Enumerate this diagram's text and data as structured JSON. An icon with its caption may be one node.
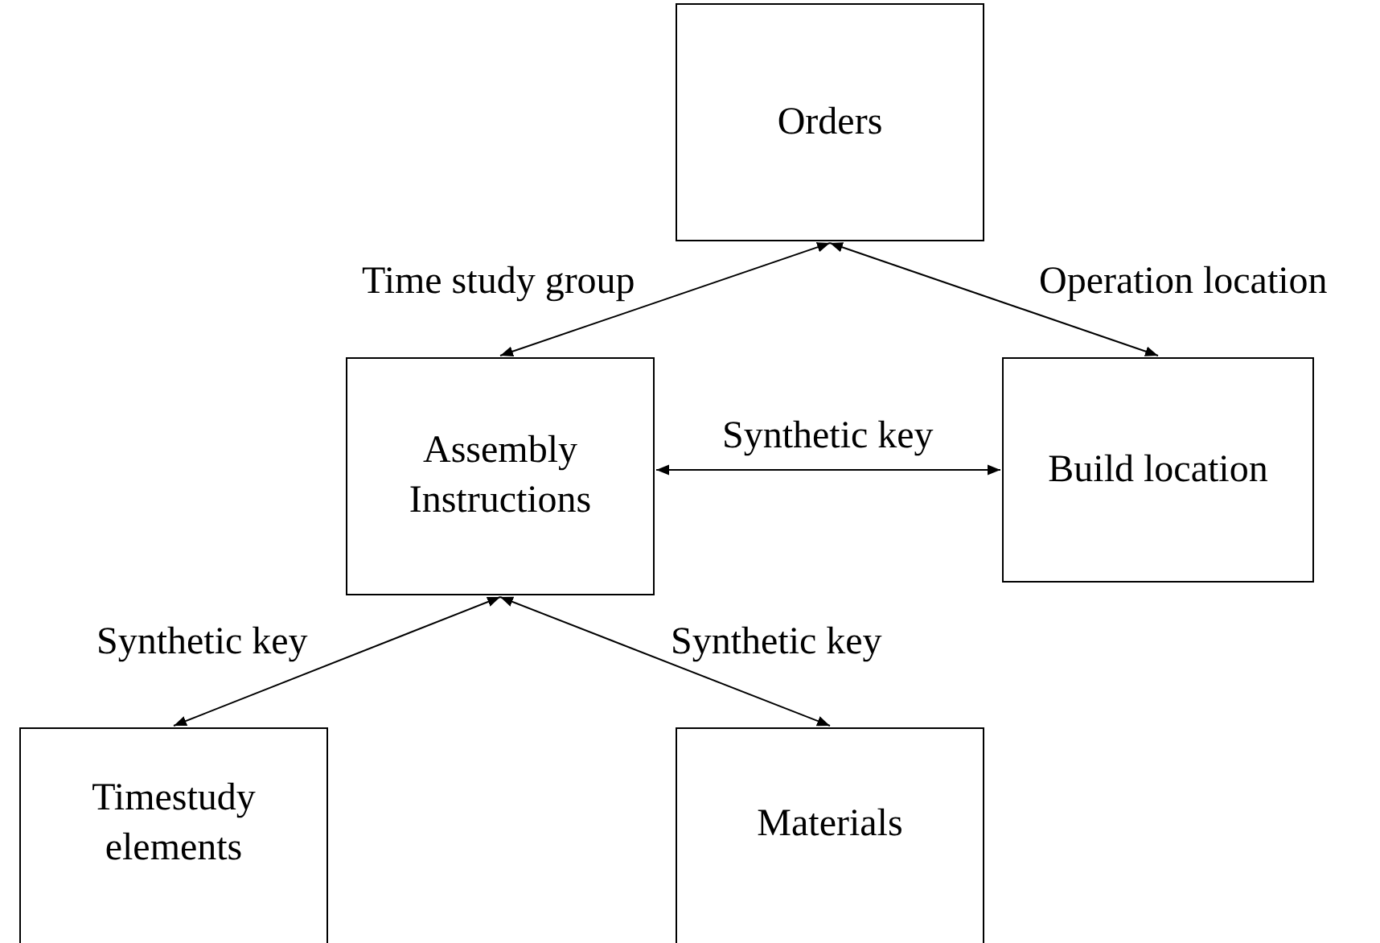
{
  "diagram": {
    "nodes": [
      {
        "text": [
          "Orders"
        ]
      },
      {
        "text": [
          "Assembly Instructions"
        ]
      },
      {
        "text": [
          "Build location"
        ]
      },
      {
        "text": [
          "Timestudy elements"
        ]
      },
      {
        "text": [
          "Materials"
        ]
      }
    ],
    "edges": [
      {
        "from": 0,
        "to": 1,
        "arrow": "both",
        "label": "Time study group"
      },
      {
        "from": 0,
        "to": 2,
        "arrow": "both",
        "label": "Operation location"
      },
      {
        "from": 1,
        "to": 2,
        "arrow": "both",
        "label": "Synthetic key"
      },
      {
        "from": 1,
        "to": 3,
        "arrow": "both",
        "label": "Synthetic key"
      },
      {
        "from": 1,
        "to": 4,
        "arrow": "both",
        "label": "Synthetic key"
      }
    ]
  }
}
